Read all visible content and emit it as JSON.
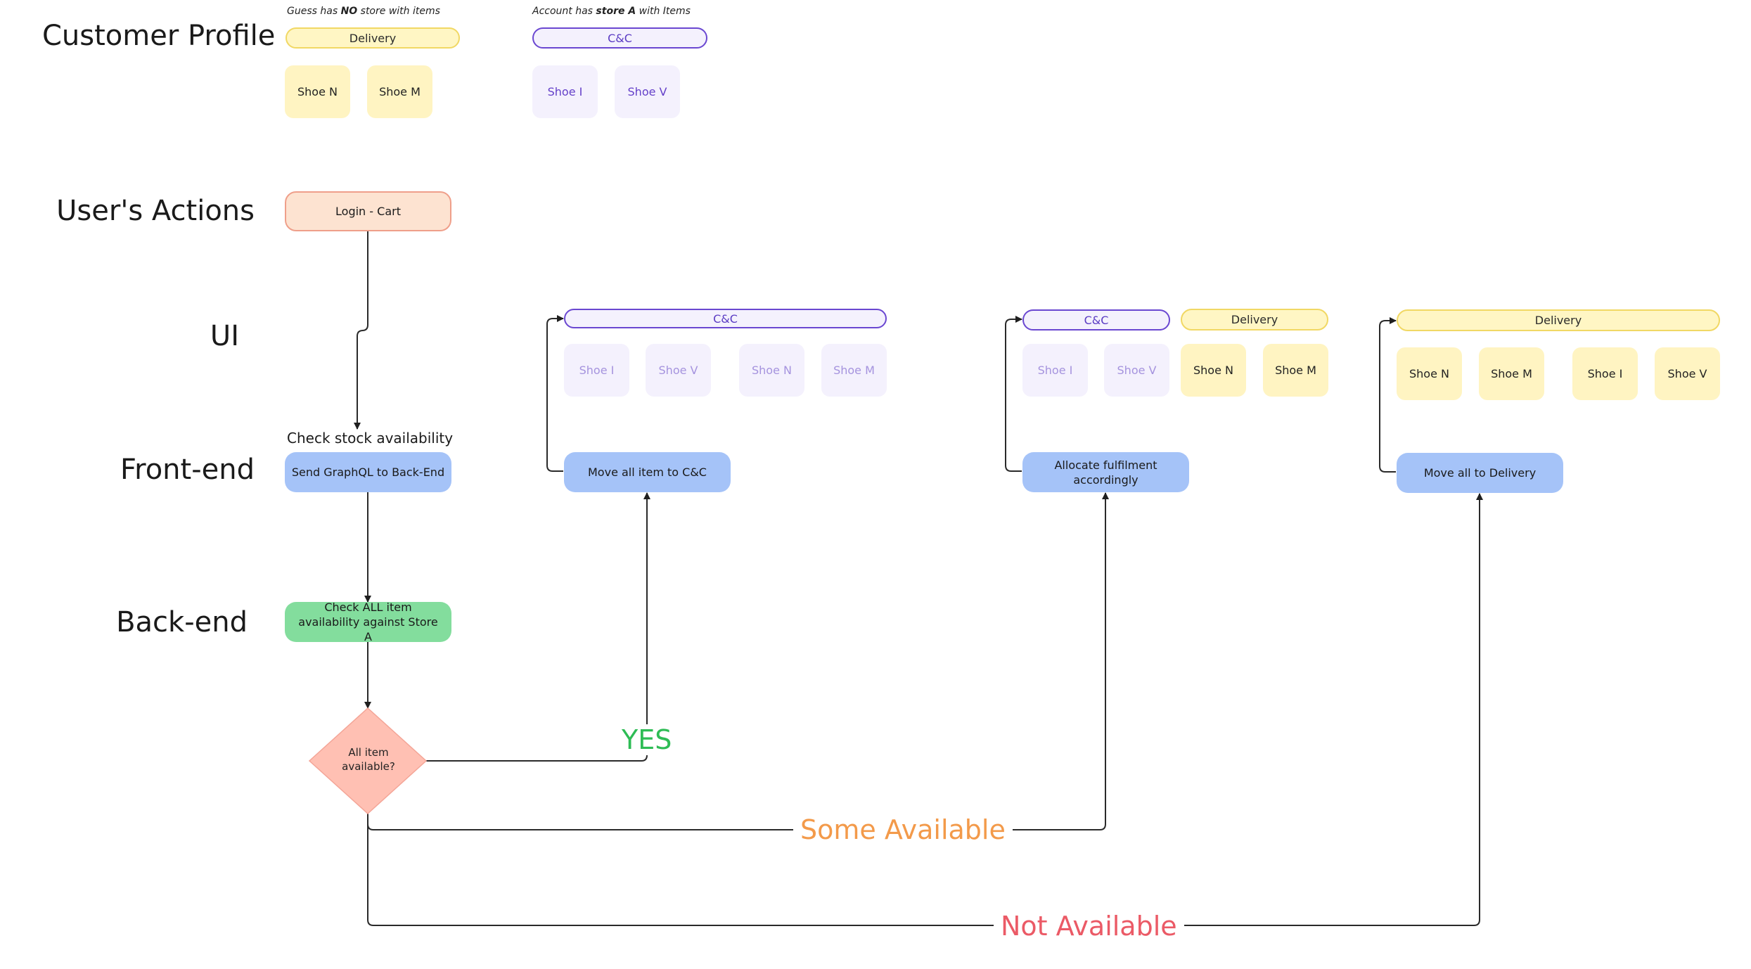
{
  "lanes": {
    "customer_profile": "Customer Profile",
    "users_actions": "User's Actions",
    "ui": "UI",
    "front_end": "Front-end",
    "back_end": "Back-end"
  },
  "profile": {
    "guest_note": {
      "pre": "Guess has ",
      "bold": "NO",
      "post": " store with items"
    },
    "account_note": {
      "pre": "Account has ",
      "bold": "store A",
      "post": " with Items"
    },
    "guest_pill": "Delivery",
    "account_pill": "C&C",
    "guest_items": [
      "Shoe N",
      "Shoe M"
    ],
    "account_items": [
      "Shoe I",
      "Shoe V"
    ]
  },
  "actions": {
    "login_cart": "Login - Cart"
  },
  "ui": {
    "group1": {
      "pill": "C&C",
      "items": [
        "Shoe I",
        "Shoe V",
        "Shoe N",
        "Shoe M"
      ]
    },
    "group2": {
      "cc_pill": "C&C",
      "delivery_pill": "Delivery",
      "cc_items": [
        "Shoe I",
        "Shoe V"
      ],
      "delivery_items": [
        "Shoe N",
        "Shoe M"
      ]
    },
    "group3": {
      "pill": "Delivery",
      "items": [
        "Shoe N",
        "Shoe M",
        "Shoe I",
        "Shoe V"
      ]
    }
  },
  "frontend": {
    "caption": "Check stock availability",
    "send_graphql": "Send GraphQL to Back-End",
    "move_cc": "Move all item to C&C",
    "allocate": "Allocate fulfilment accordingly",
    "move_delivery": "Move all to Delivery"
  },
  "backend": {
    "check_all": "Check ALL item availability against Store A",
    "decision": "All item available?"
  },
  "edges": {
    "yes": "YES",
    "some": "Some Available",
    "none": "Not Available"
  },
  "colors": {
    "delivery_fill": "#fff6c4",
    "delivery_border": "#f1d864",
    "cc_fill": "#f4f1fd",
    "cc_border": "#6a47d1",
    "frontend_fill": "#a5c3f8",
    "backend_fill": "#83dd9d",
    "action_fill": "#fde3d1",
    "decision_fill": "#ffc0b3",
    "yes_color": "#2ebc55",
    "some_color": "#f39a4a",
    "none_color": "#eb5a66"
  }
}
